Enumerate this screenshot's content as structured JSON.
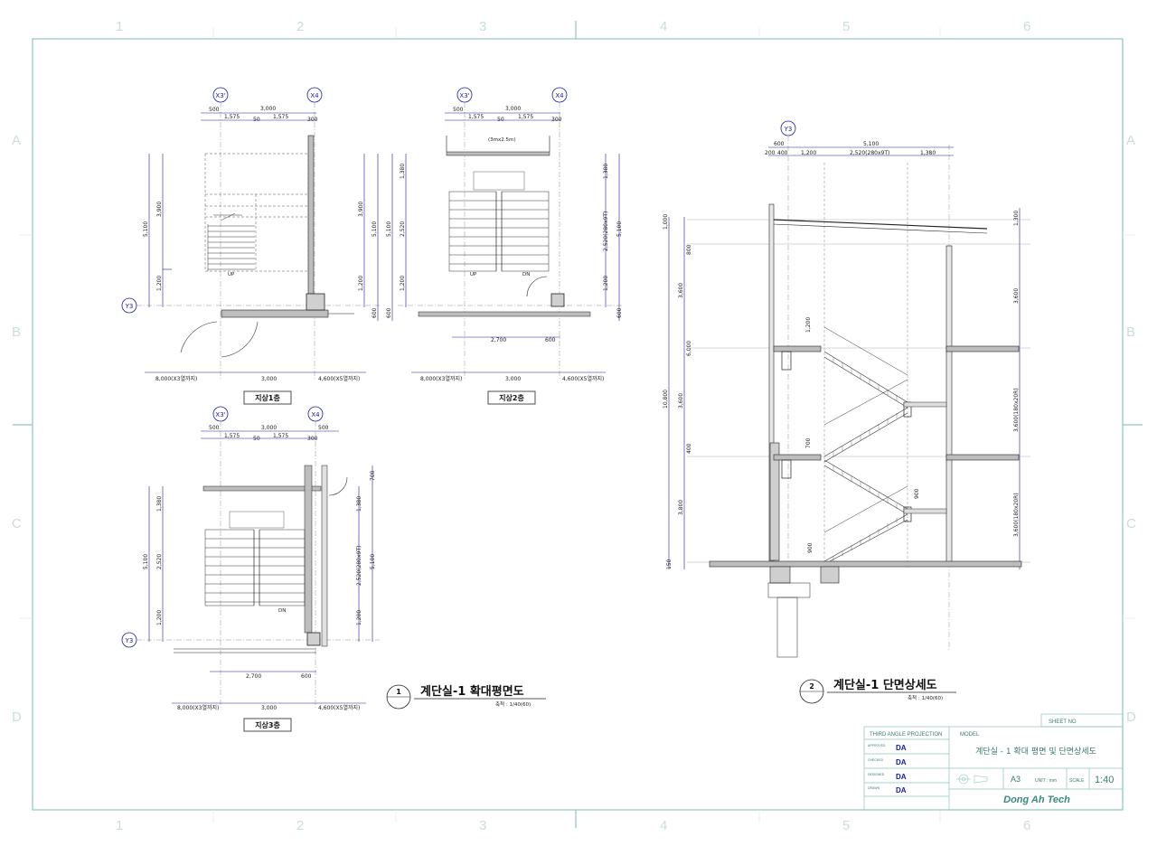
{
  "grid": {
    "columns": [
      "1",
      "2",
      "3",
      "4",
      "5",
      "6"
    ],
    "rows": [
      "A",
      "B",
      "C",
      "D"
    ]
  },
  "plans": {
    "title": "계단실-1 확대평면도",
    "number": "1",
    "scale_label": "축척 : 1/40(60)",
    "floor1": {
      "label": "지상1층",
      "bubble_left": "X3'",
      "bubble_right": "X4",
      "bubble_row": "Y3",
      "top_dims": [
        "500",
        "3,000",
        "1,575",
        "50",
        "1,575",
        "300"
      ],
      "left_dims": [
        "5,100",
        "3,900",
        "1,200"
      ],
      "right_dims": [
        "5,100",
        "3,900",
        "1,200",
        "600"
      ],
      "bottom_dims": [
        "8,000(X3열까지)",
        "3,000",
        "4,600(X5열까지)"
      ],
      "note": "UP"
    },
    "floor2": {
      "label": "지상2층",
      "bubble_left": "X3'",
      "bubble_right": "X4",
      "top_dims": [
        "500",
        "3,000",
        "1,575",
        "50",
        "1,575",
        "300"
      ],
      "top_note": "(3mx2.5m)",
      "left_dims": [
        "5,100",
        "1,380",
        "2,520",
        "1,200",
        "600"
      ],
      "right_dims": [
        "1,380",
        "2,520(280x9T)",
        "5,100",
        "1,200",
        "600"
      ],
      "bottom_dims": [
        "2,700",
        "600",
        "8,000(X3열까지)",
        "3,000",
        "4,600(X5열까지)"
      ],
      "notes": [
        "UP",
        "DN"
      ]
    },
    "floor3": {
      "label": "지상3층",
      "bubble_left": "X3'",
      "bubble_right": "X4",
      "bubble_row": "Y3",
      "top_dims": [
        "500",
        "3,000",
        "500",
        "1,575",
        "50",
        "1,575",
        "300"
      ],
      "left_dims": [
        "1,380",
        "5,100",
        "2,520",
        "1,200"
      ],
      "right_dims": [
        "700",
        "1,380",
        "2,520(280x9T)",
        "5,100",
        "1,200"
      ],
      "bottom_dims": [
        "2,700",
        "600",
        "8,000(X3열까지)",
        "3,000",
        "4,600(X5열까지)"
      ],
      "note": "DN"
    }
  },
  "section": {
    "title": "계단실-1 단면상세도",
    "number": "2",
    "scale_label": "축척 : 1/40(60)",
    "bubble": "Y3",
    "top_dims": [
      "600",
      "5,100",
      "200",
      "400",
      "1,200",
      "2,520(280x9T)",
      "1,380"
    ],
    "left_dims": [
      "1,000",
      "800",
      "3,600",
      "6,000",
      "1,200",
      "10,800",
      "3,600",
      "400",
      "3,800",
      "150"
    ],
    "right_dims": [
      "1,300",
      "3,600",
      "3,600(180x20R)",
      "3,600(180x20R)"
    ],
    "inner_dims": [
      "700",
      "900",
      "900"
    ]
  },
  "title_block": {
    "sheet_no_label": "SHEET NO",
    "projection_label": "THIRD ANGLE PROJECTION",
    "model_label": "MODEL",
    "drawing_title": "계단실 - 1 확대 평면 및 단면상세도",
    "roles": [
      {
        "label": "APPROVED",
        "value": "DA"
      },
      {
        "label": "CHECKED",
        "value": "DA"
      },
      {
        "label": "DESIGNED",
        "value": "DA"
      },
      {
        "label": "DRAWN",
        "value": "DA"
      }
    ],
    "paper": "A3",
    "unit_label": "UNIT : mm",
    "scale_label": "SCALE",
    "scale_value": "1:40",
    "company": "Dong Ah Tech"
  },
  "colors": {
    "frame": "#8ec5bd",
    "dimension": "#1a1aa8",
    "wall": "#bdbdbd",
    "line": "#222222"
  }
}
